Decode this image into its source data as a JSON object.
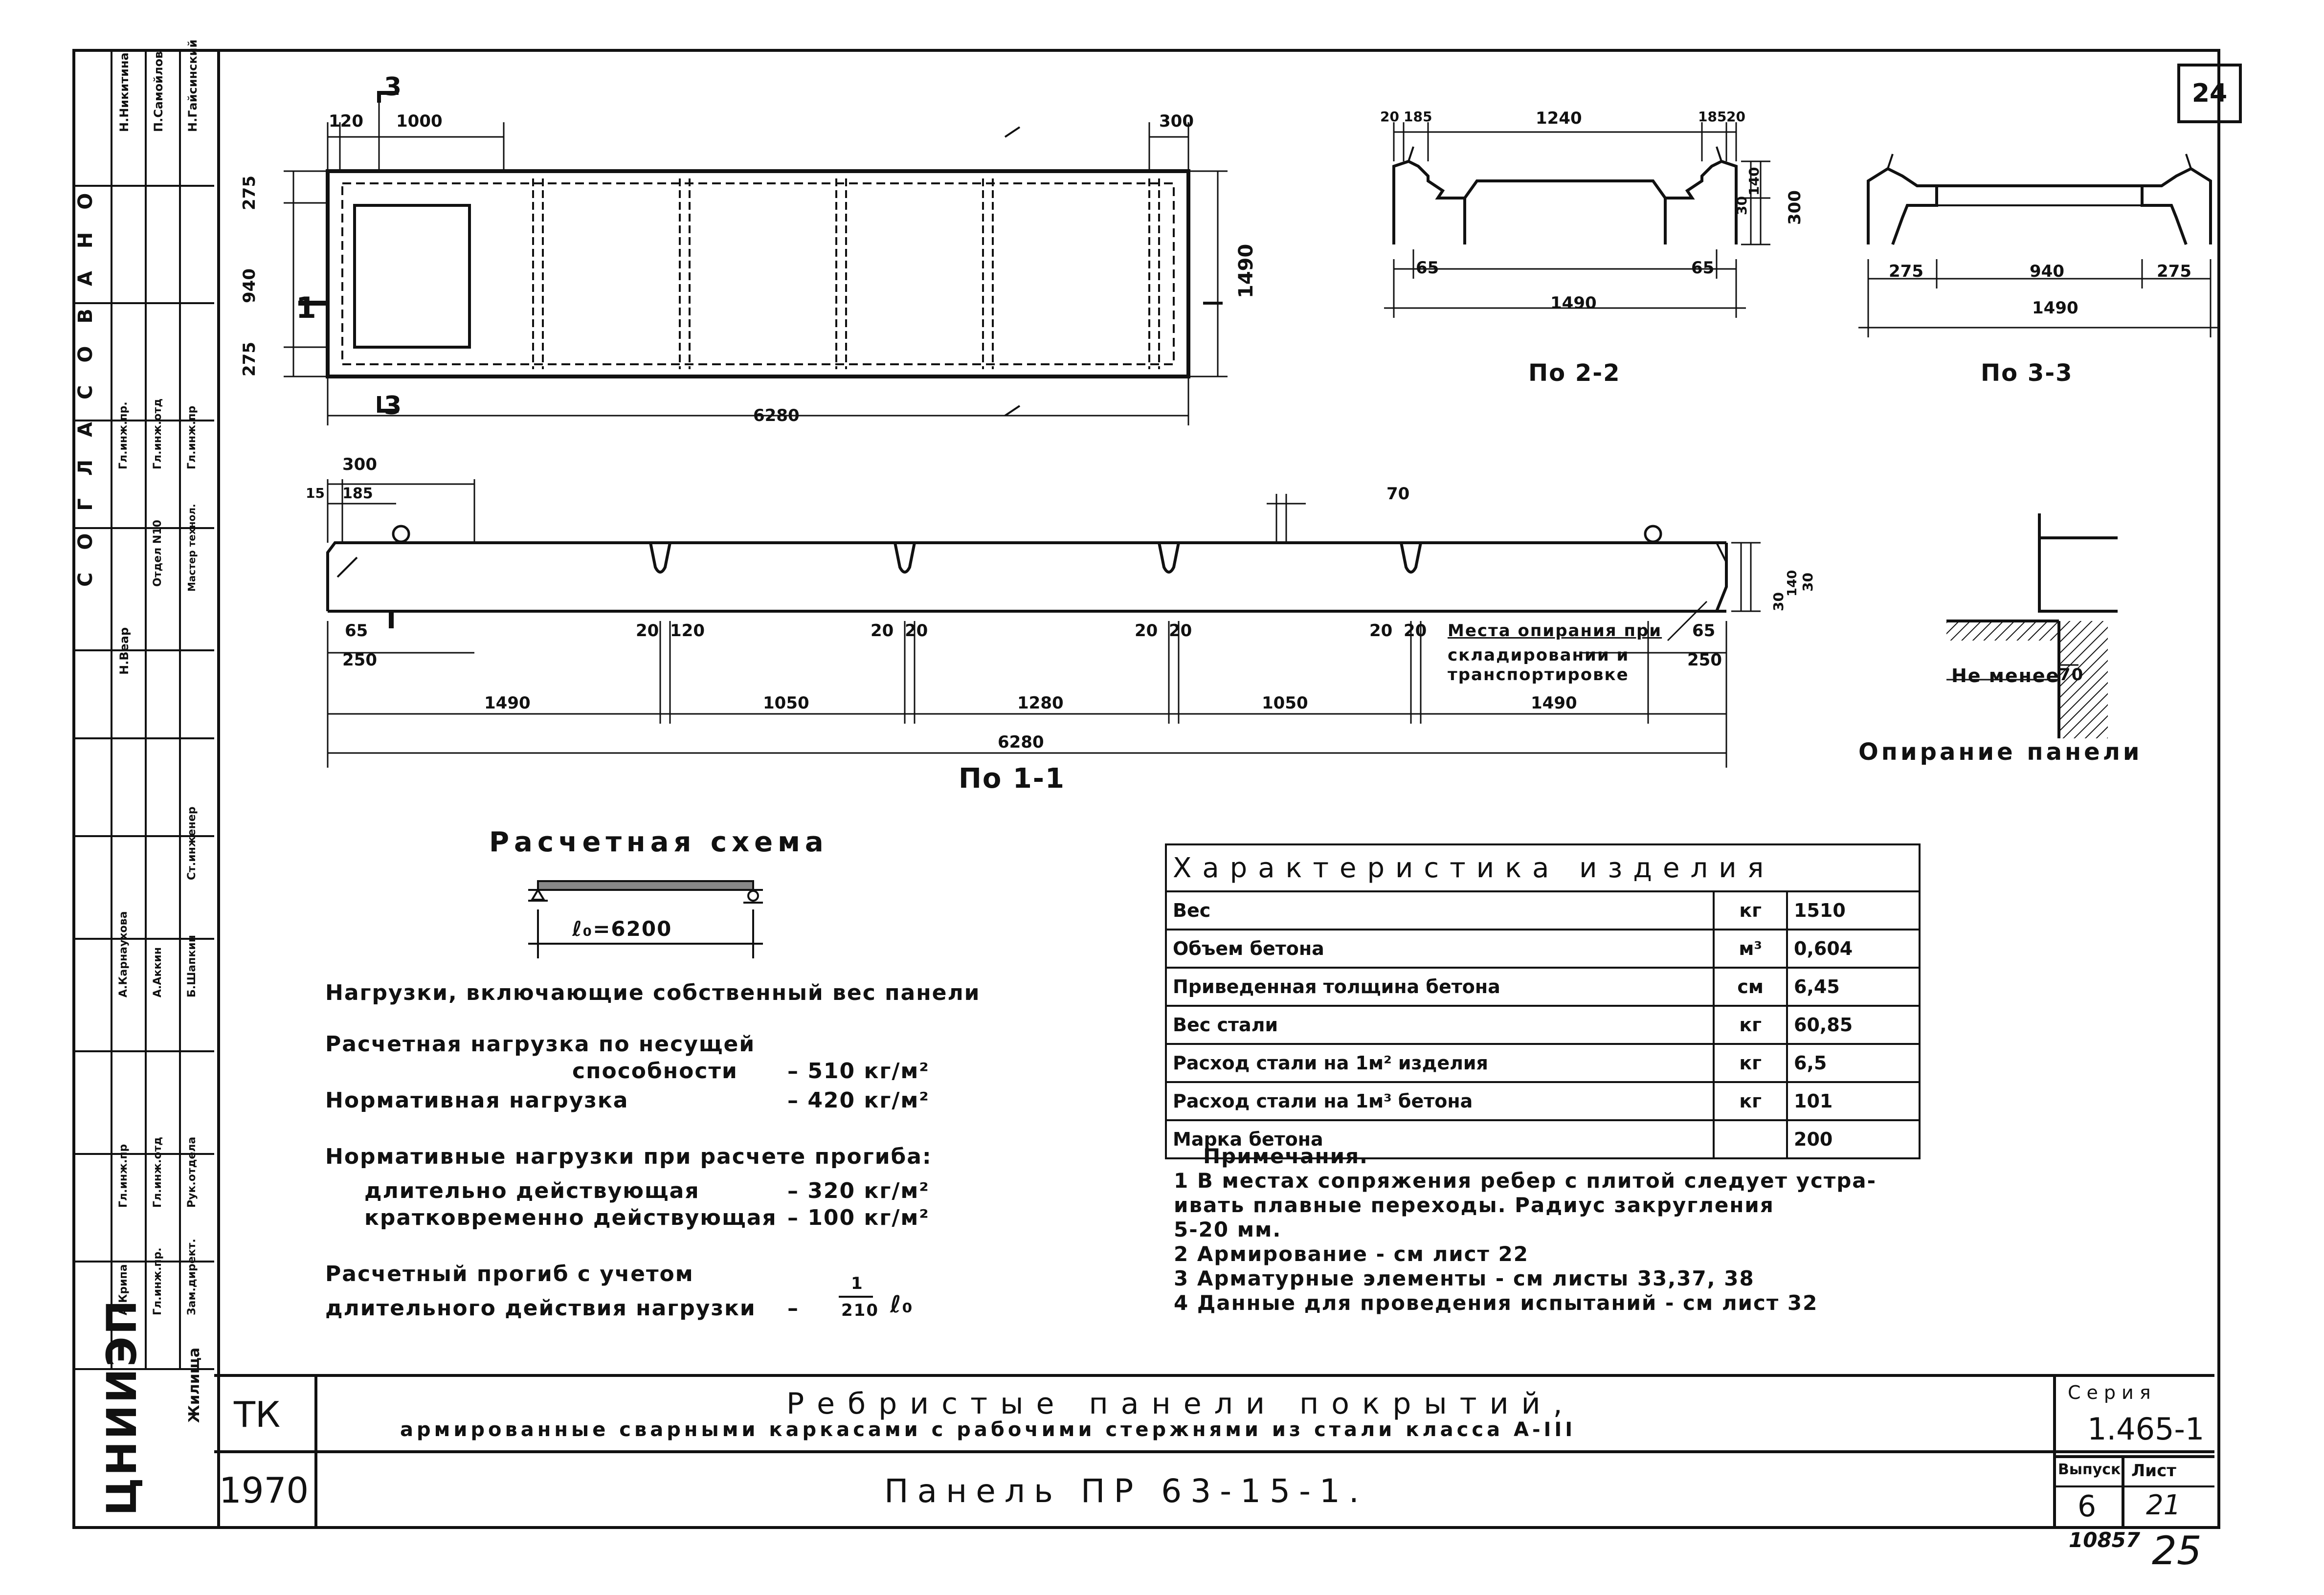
{
  "sheet_number": "24",
  "stamp_bottom": {
    "num": "10857",
    "page": "25"
  },
  "plan": {
    "dims_top": [
      "120",
      "1000",
      "300"
    ],
    "section_mark": "3",
    "dims_left": [
      "275",
      "940",
      "275"
    ],
    "dim_right": "1490",
    "dim_bottom": "6280",
    "section_left": "1",
    "section_bottom": "3"
  },
  "section22": {
    "dims_top": [
      "20",
      "185",
      "1240",
      "185",
      "20"
    ],
    "dims_right": [
      "30",
      "140",
      "300"
    ],
    "dims_bottom": [
      "65",
      "65",
      "1490"
    ],
    "label": "По 2-2"
  },
  "section33": {
    "dims_bottom": [
      "275",
      "940",
      "275",
      "1490"
    ],
    "label": "По 3-3"
  },
  "section11": {
    "dims_top": [
      "300",
      "15",
      "185",
      "70"
    ],
    "dims_right": [
      "30",
      "140",
      "30"
    ],
    "dims_mid": [
      "65",
      "250",
      "20",
      "120",
      "20",
      "20",
      "20",
      "20",
      "20",
      "20",
      "65",
      "250"
    ],
    "dims_spans": [
      "1490",
      "1050",
      "1280",
      "1050",
      "1490"
    ],
    "total": "6280",
    "support_note": [
      "Места опирания при",
      "складировании и",
      "транспортировке"
    ],
    "label": "По 1-1"
  },
  "support": {
    "min_label": "Не менее",
    "min_value": "70",
    "title": "Опирание панели"
  },
  "scheme": {
    "title": "Расчетная схема",
    "span": "ℓ₀=6200",
    "loads_title": "Нагрузки, включающие собственный вес панели",
    "calc_load_1": "Расчетная нагрузка по несущей",
    "calc_load_2": "способности",
    "calc_load_val": "– 510 кг/м²",
    "norm_load": "Нормативная нагрузка",
    "norm_load_val": "– 420 кг/м²",
    "defl_title": "Нормативные нагрузки при расчете прогиба:",
    "long_term": "длительно действующая",
    "long_term_val": "– 320 кг/м²",
    "short_term": "кратковременно действующая",
    "short_term_val": "– 100 кг/м²",
    "deflection_1": "Расчетный прогиб с учетом",
    "deflection_2": "длительного действия нагрузки",
    "defl_num": "1",
    "defl_den": "210",
    "defl_sym": "ℓ₀"
  },
  "characteristics": {
    "title": "Характеристика изделия",
    "rows": [
      {
        "name": "Вес",
        "unit": "кг",
        "value": "1510"
      },
      {
        "name": "Объем бетона",
        "unit": "м³",
        "value": "0,604"
      },
      {
        "name": "Приведенная толщина бетона",
        "unit": "см",
        "value": "6,45"
      },
      {
        "name": "Вес стали",
        "unit": "кг",
        "value": "60,85"
      },
      {
        "name": "Расход стали на 1м² изделия",
        "unit": "кг",
        "value": "6,5"
      },
      {
        "name": "Расход стали на 1м³ бетона",
        "unit": "кг",
        "value": "101"
      },
      {
        "name": "Марка бетона",
        "unit": "",
        "value": "200"
      }
    ]
  },
  "notes": {
    "title": "Примечания.",
    "items": [
      "1  В местах сопряжения ребер с плитой следует устра-",
      "    ивать плавные переходы. Радиус закругления",
      "    5-20 мм.",
      "2  Армирование - см лист 22",
      "3  Арматурные элементы - см листы  33,37, 38",
      "4  Данные для проведения испытаний - см лист 32"
    ]
  },
  "sidebar": {
    "agreed": "СОГЛАСОВАНО",
    "rows": [
      "Н.Гайсинский",
      "П.Самойлов",
      "Н.Никитина",
      "Гл.инж.пр",
      "Гл.инж.отд",
      "Гл.инж.пр.",
      "Мастер технол.",
      "Отдел N10",
      "Н.Веар",
      "Ст.инженер",
      "Б.Шапкин",
      "А.Аккин",
      "А.Карнаухова",
      "Рук.отдела",
      "Гл.инж.отд",
      "Гл.инж.пр",
      "Зам.директ.",
      "Гл.инж.пр.",
      "А.Крипа",
      "Жилища"
    ],
    "org": "ЦНИИЭП"
  },
  "title_block": {
    "code": "ТК",
    "year": "1970",
    "title_1": "Ребристые панели покрытий,",
    "title_2": "армированные сварными каркасами с рабочими стержнями из стали класса А-III",
    "panel": "Панель ПР 63-15-1.",
    "series_label": "Серия",
    "series_value": "1.465-1",
    "issue_label": "Выпуск",
    "issue_value": "6",
    "sheet_label": "Лист",
    "sheet_value": "21"
  }
}
